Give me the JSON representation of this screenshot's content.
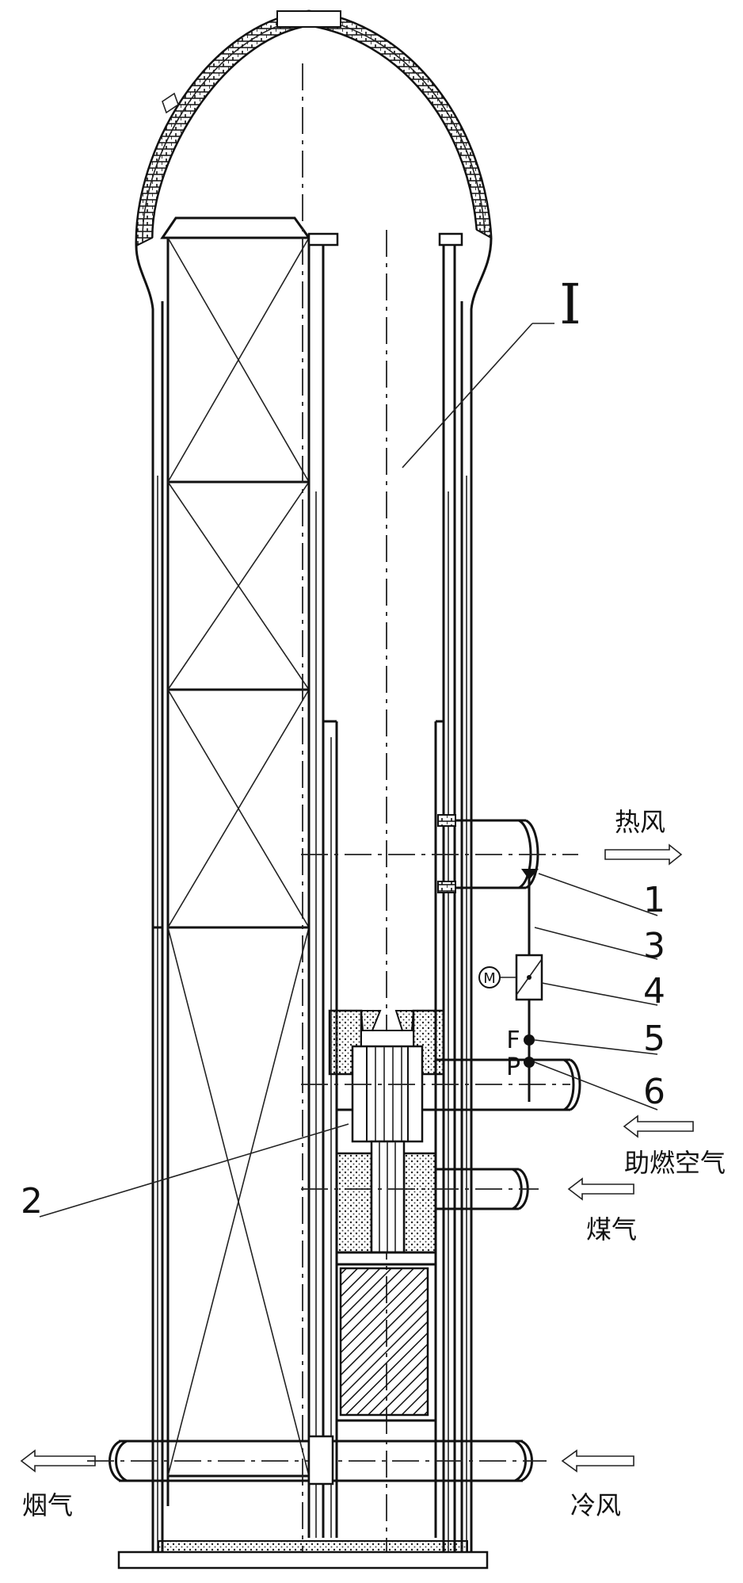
{
  "labels": {
    "section": "I",
    "hot_air": "热风",
    "combustion_air": "助燃空气",
    "gas": "煤气",
    "flue_gas": "烟气",
    "cold_air": "冷风",
    "f": "F",
    "p": "P",
    "motor": "M"
  },
  "callouts": {
    "n1": "1",
    "n2": "2",
    "n3": "3",
    "n4": "4",
    "n5": "5",
    "n6": "6"
  },
  "colors": {
    "line": "#111111",
    "background": "#ffffff"
  }
}
